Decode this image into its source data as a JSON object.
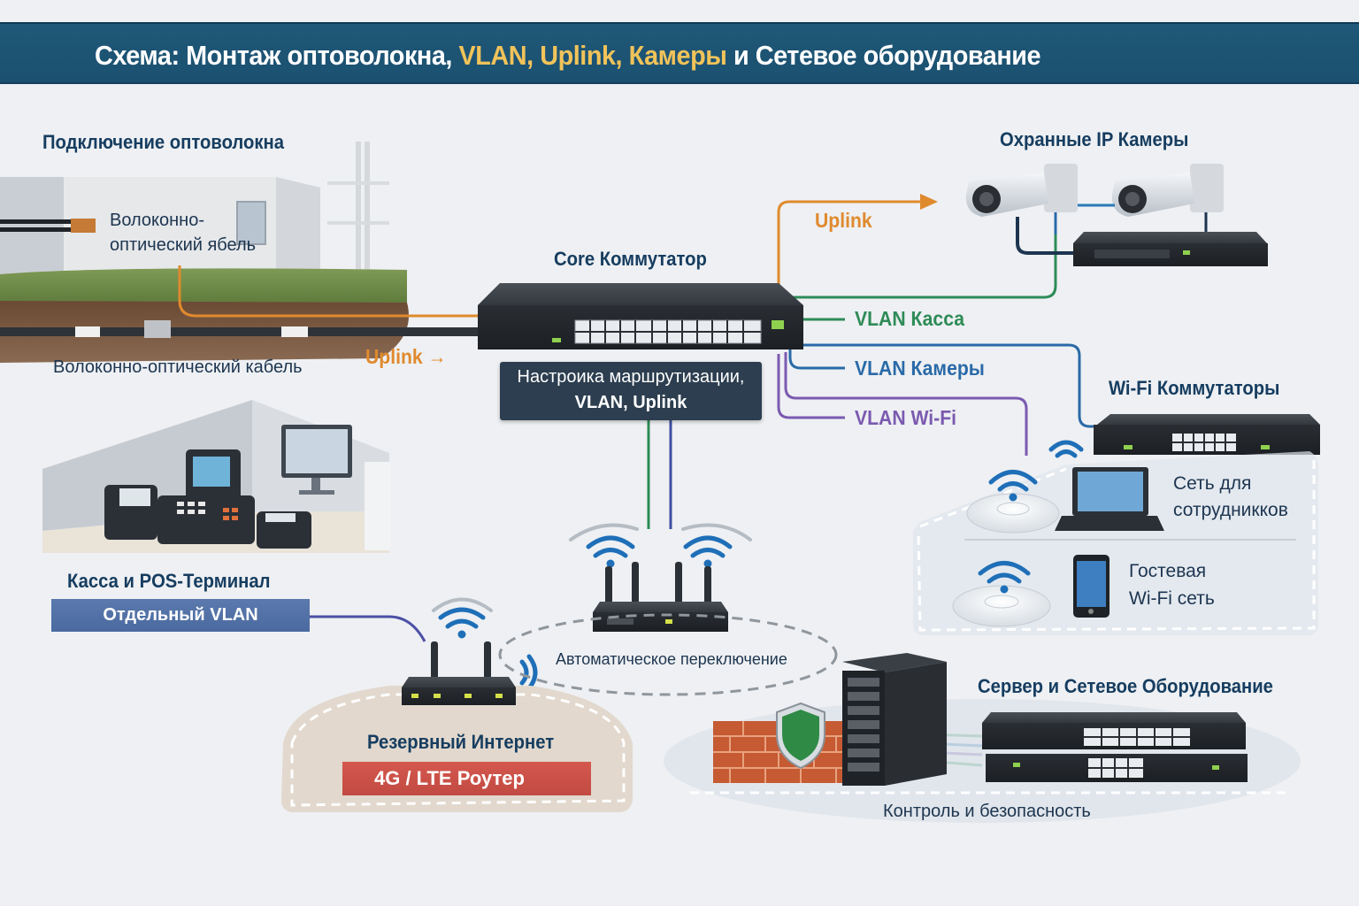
{
  "header": {
    "title_part1": "Схема: Монтаж оптоволокна, ",
    "title_highlight": "VLAN, Uplink, Камеры",
    "title_part2": " и Сетевое оборудование",
    "background_color": "#1f5878",
    "highlight_color": "#f1c35a"
  },
  "fiber": {
    "title": "Подключение оптоволокна",
    "cable_label_line1": "Волоконно-",
    "cable_label_line2": "оптический ябель",
    "underground_label": "Волоконно-оптический кабель",
    "uplink_label": "Uplink",
    "uplink_arrow": "→"
  },
  "core": {
    "title": "Core Коммутатор",
    "config_line1": "Настроика маршрутизации,",
    "config_line2": "VLAN, Uplink"
  },
  "links": {
    "uplink": "Uplink",
    "vlan_kassa": "VLAN Касса",
    "vlan_cameras": "VLAN Камеры",
    "vlan_wifi": "VLAN Wi-Fi",
    "colors": {
      "uplink": "#e08a2e",
      "kassa": "#2e8b57",
      "cameras": "#2a6aa8",
      "wifi": "#7b5ab0"
    }
  },
  "cameras": {
    "title": "Охранные IP Камеры"
  },
  "wifi_switches": {
    "title": "Wi-Fi Коммутаторы",
    "staff_line1": "Сеть для",
    "staff_line2": "сотрудникков",
    "guest_line1": "Гостевая",
    "guest_line2": "Wi-Fi сеть"
  },
  "pos": {
    "title": "Касса и POS-Терминал",
    "vlan_badge": "Отдельный VLAN"
  },
  "router": {
    "failover_label": "Автоматическое переключение"
  },
  "backup": {
    "title": "Резервный Интернет",
    "badge": "4G / LTE Роутер"
  },
  "server": {
    "title": "Сервер и Сетевое Оборудование",
    "subtitle": "Контроль и безопасность"
  }
}
